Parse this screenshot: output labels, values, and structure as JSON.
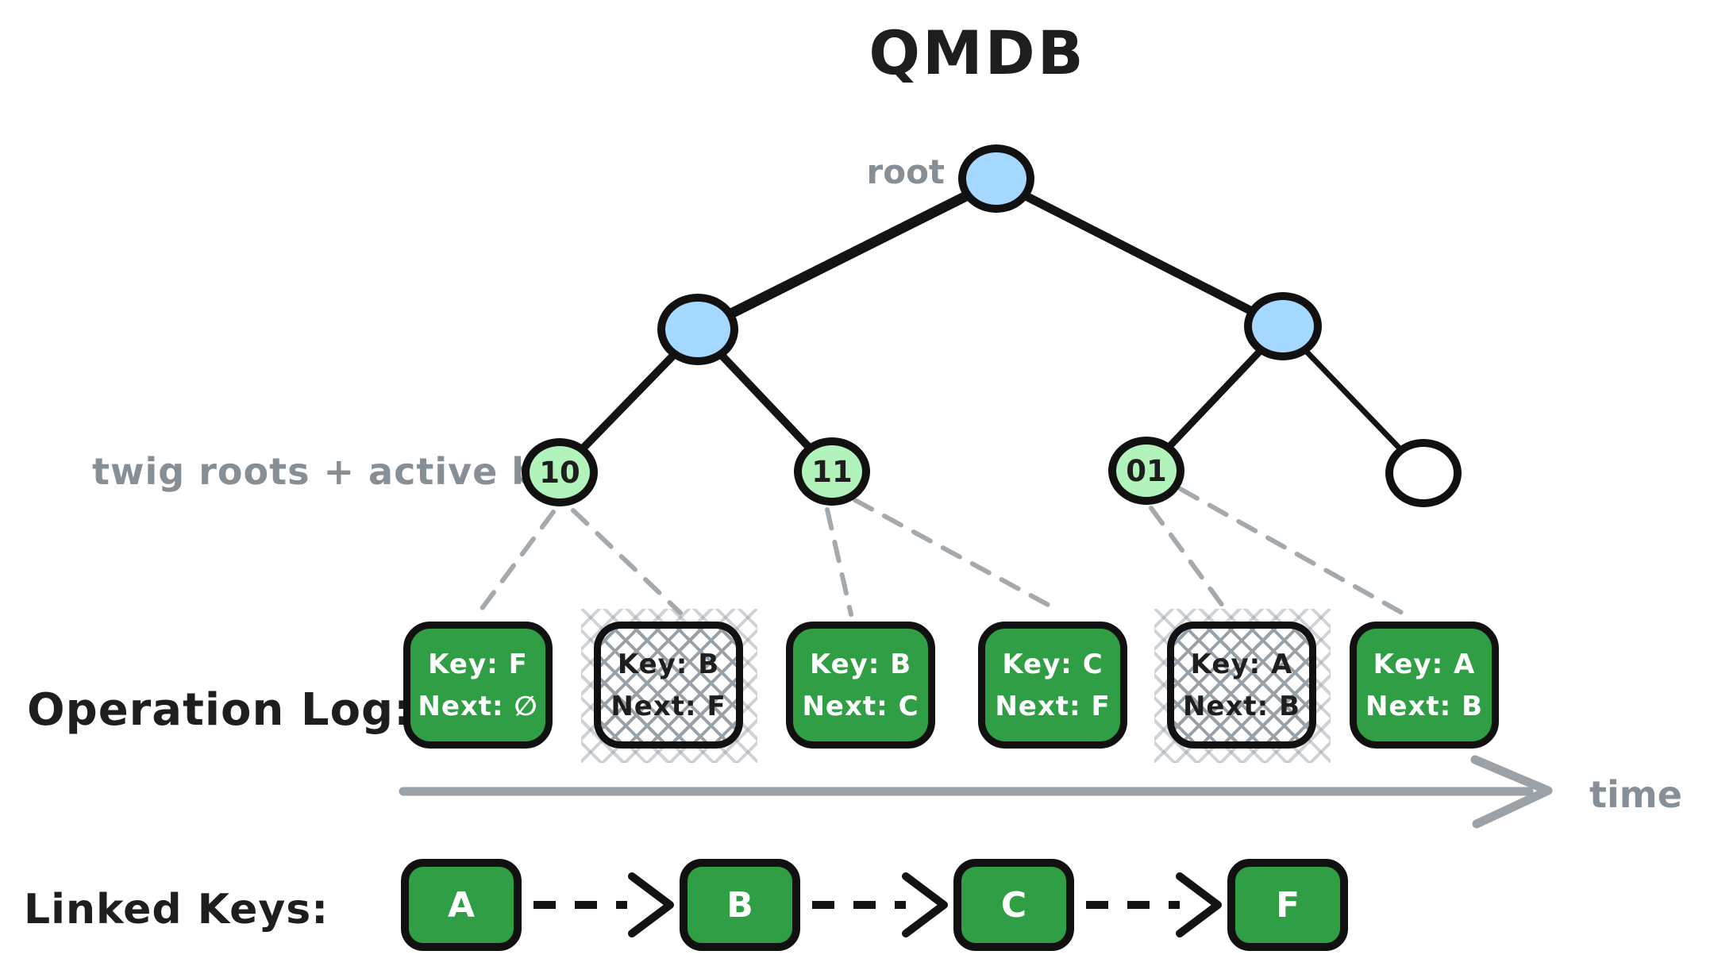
{
  "title": "QMDB",
  "colors": {
    "ink": "#1e1e1e",
    "node_blue": "#a5d8ff",
    "leaf_green": "#b2f2bb",
    "box_green": "#2f9e44",
    "label_gray": "#868e96",
    "time_arrow_gray": "#9aa1a7",
    "connector_gray": "#a4a9ae"
  },
  "tree": {
    "root_label": "root",
    "twig_label": "twig roots + active bits",
    "leaves": [
      {
        "label": "10",
        "type": "active-twig"
      },
      {
        "label": "11",
        "type": "active-twig"
      },
      {
        "label": "01",
        "type": "active-twig"
      },
      {
        "label": "",
        "type": "empty-twig"
      }
    ]
  },
  "operation_log": {
    "label": "Operation Log:",
    "time_label": "time",
    "entries": [
      {
        "key": "Key: F",
        "next": "Next: ∅",
        "style": "active"
      },
      {
        "key": "Key: B",
        "next": "Next: F",
        "style": "crossed"
      },
      {
        "key": "Key: B",
        "next": "Next: C",
        "style": "active"
      },
      {
        "key": "Key: C",
        "next": "Next: F",
        "style": "active"
      },
      {
        "key": "Key: A",
        "next": "Next: B",
        "style": "crossed"
      },
      {
        "key": "Key: A",
        "next": "Next: B",
        "style": "active"
      }
    ]
  },
  "linked_keys": {
    "label": "Linked Keys:",
    "keys": [
      "A",
      "B",
      "C",
      "F"
    ]
  }
}
